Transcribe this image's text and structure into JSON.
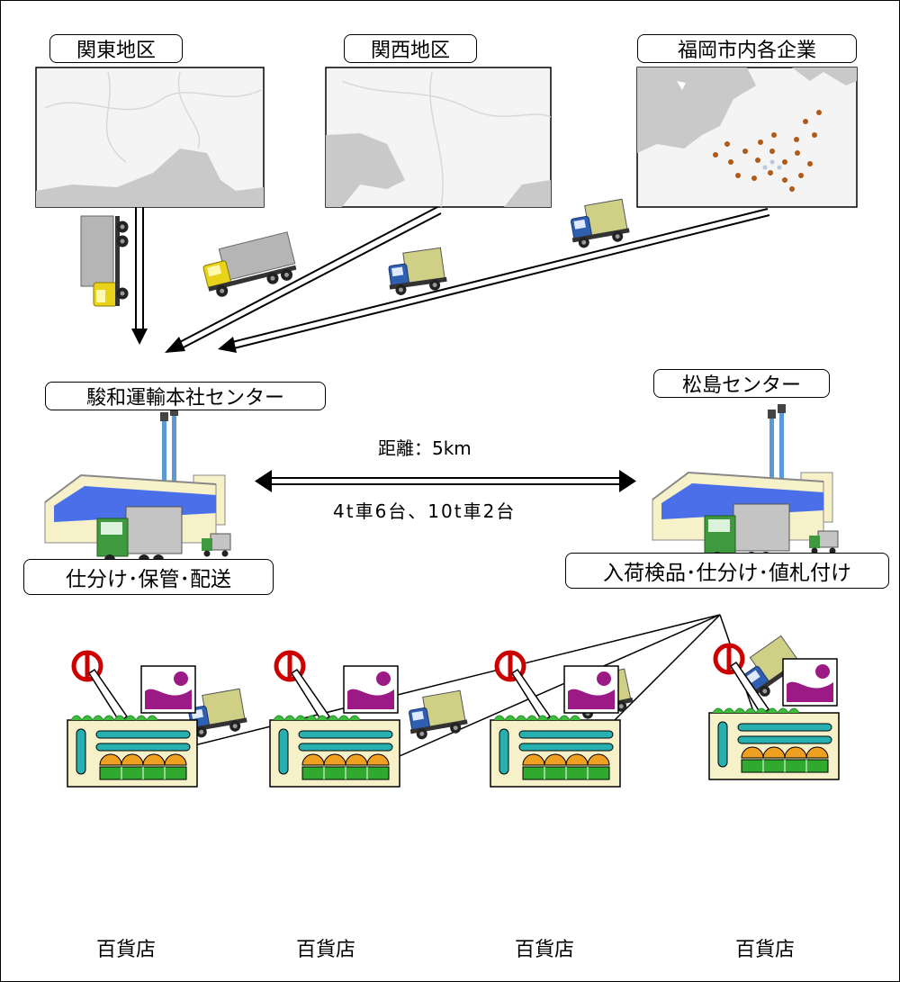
{
  "regions": [
    {
      "label": "関東地区"
    },
    {
      "label": "関西地区"
    },
    {
      "label": "福岡市内各企業"
    }
  ],
  "centers": {
    "hq": {
      "label": "駿和運輸本社センター",
      "task": "仕分け･保管･配送"
    },
    "matsushima": {
      "label": "松島センター",
      "task": "入荷検品･仕分け･値札付け"
    }
  },
  "link": {
    "distance": "距離：5km",
    "fleet": "4t車6台、10t車2台"
  },
  "stores": [
    {
      "label": "百貨店"
    },
    {
      "label": "百貨店"
    },
    {
      "label": "百貨店"
    },
    {
      "label": "百貨店"
    }
  ],
  "colors": {
    "map_land": "#f4f4f4",
    "map_sea": "#c9c9c9",
    "truck_cargo": "#cfcf86",
    "truck_cab_blue": "#2f5fb0",
    "truck_cab_yellow": "#e8d21a",
    "truck_cargo_gray": "#b5b5b5",
    "warehouse_blue": "#4a6fe8",
    "warehouse_cream": "#f6f1c9",
    "sign_magenta": "#9c1a85",
    "store_awning": "#f0a020",
    "store_green": "#3bbf3b",
    "store_teal": "#26b0b0"
  }
}
